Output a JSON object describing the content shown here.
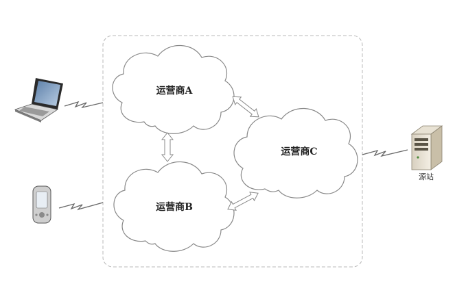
{
  "clouds": {
    "a": {
      "label": "运营商A"
    },
    "b": {
      "label": "运营商B"
    },
    "c": {
      "label": "运营商C"
    }
  },
  "devices": {
    "laptop": {
      "icon": "laptop-icon"
    },
    "phone": {
      "icon": "mobile-phone-icon"
    },
    "server": {
      "icon": "server-icon",
      "label": "源站"
    }
  },
  "colors": {
    "stroke": "#888888",
    "frame": "#b8b8b8",
    "arrow_fill": "#ffffff"
  }
}
